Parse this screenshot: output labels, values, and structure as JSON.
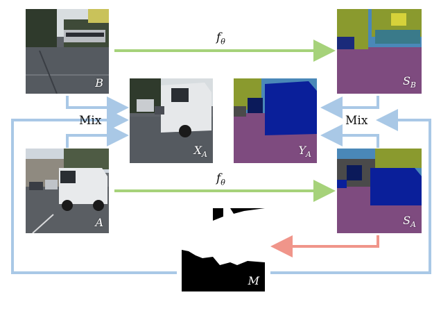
{
  "panels": {
    "B": {
      "label": "B",
      "sub": ""
    },
    "A": {
      "label": "A",
      "sub": ""
    },
    "XA": {
      "label": "X",
      "sub": "A"
    },
    "YA": {
      "label": "Y",
      "sub": "A"
    },
    "SB": {
      "label": "S",
      "sub": "B"
    },
    "SA": {
      "label": "S",
      "sub": "A"
    },
    "M": {
      "label": "M",
      "sub": ""
    }
  },
  "ops": {
    "mix_left": "Mix",
    "mix_right": "Mix",
    "f_top": {
      "label": "f",
      "sub": "θ"
    },
    "f_bottom": {
      "label": "f",
      "sub": "θ"
    }
  },
  "colors": {
    "green_arrow": "#a6d27a",
    "blue_arrow": "#a9c8e6",
    "red_arrow": "#f0958a",
    "seg_road": "#7e4b7f",
    "seg_vehicle": "#0a1f9a",
    "seg_vegetation": "#8a9a2e",
    "seg_building": "#4a4a4a",
    "seg_sky": "#4a88b8"
  }
}
